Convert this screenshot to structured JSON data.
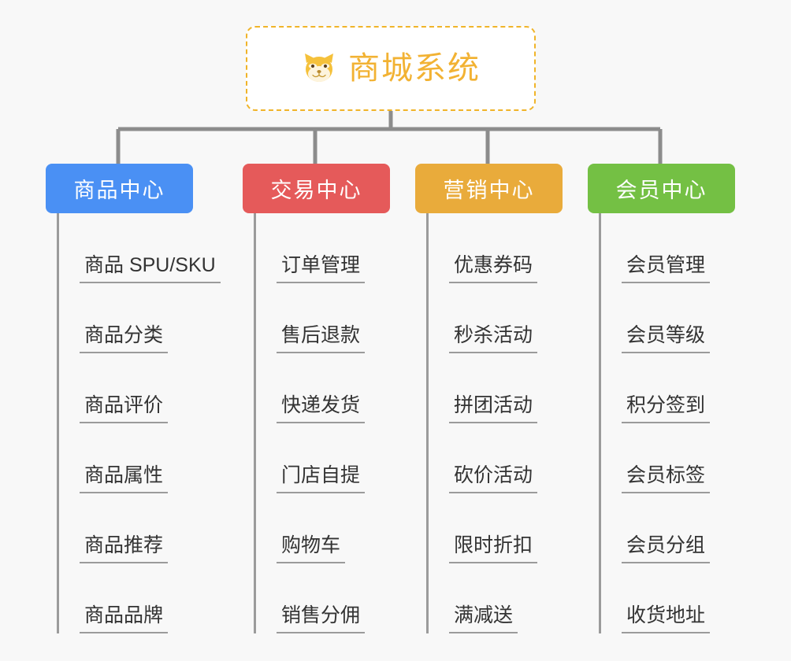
{
  "root": {
    "title": "商城系统",
    "icon": "shiba-dog-face-emoji",
    "border_color": "#f0b429",
    "title_color": "#f2b233"
  },
  "branches": [
    {
      "label": "商品中心",
      "color": "#4a90f4",
      "items": [
        "商品 SPU/SKU",
        "商品分类",
        "商品评价",
        "商品属性",
        "商品推荐",
        "商品品牌"
      ]
    },
    {
      "label": "交易中心",
      "color": "#e55a5a",
      "items": [
        "订单管理",
        "售后退款",
        "快递发货",
        "门店自提",
        "购物车",
        "销售分佣"
      ]
    },
    {
      "label": "营销中心",
      "color": "#e9ab3b",
      "items": [
        "优惠券码",
        "秒杀活动",
        "拼团活动",
        "砍价活动",
        "限时折扣",
        "满减送"
      ]
    },
    {
      "label": "会员中心",
      "color": "#74c044",
      "items": [
        "会员管理",
        "会员等级",
        "积分签到",
        "会员标签",
        "会员分组",
        "收货地址"
      ]
    }
  ],
  "connector": {
    "color": "#8c8c8c",
    "leaf_line_color": "#9b9b9b"
  },
  "canvas": {
    "background": "#f8f8f8"
  }
}
